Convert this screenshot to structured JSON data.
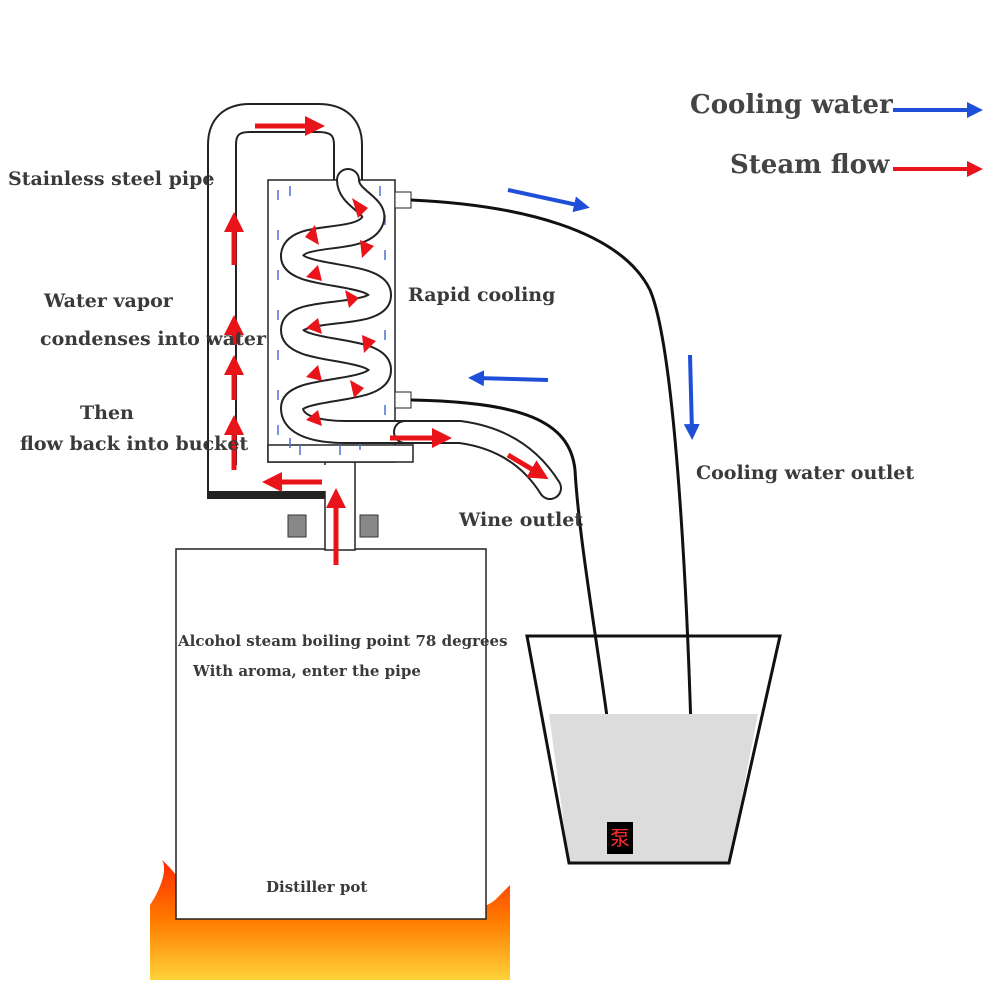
{
  "legend": {
    "cooling_water": "Cooling water",
    "steam_flow": "Steam flow",
    "cooling_color": "#1f4fd8",
    "steam_color": "#e8141a"
  },
  "labels": {
    "stainless_pipe": "Stainless steel pipe",
    "water_vapor": "Water vapor",
    "condenses": "condenses into water",
    "then": "Then",
    "flow_back": "flow back into  bucket",
    "rapid_cooling": "Rapid cooling",
    "cooling_outlet": "Cooling water outlet",
    "wine_outlet": "Wine  outlet",
    "steam_line1": "Alcohol steam boiling point 78 degrees",
    "steam_line2": "With aroma, enter the pipe",
    "pot": "Distiller pot"
  },
  "pump": {
    "glyph": "泵",
    "icon": "pump-icon"
  },
  "icons": [
    "cooling-water-arrow-icon",
    "steam-flow-arrow-icon",
    "flame-icon"
  ]
}
